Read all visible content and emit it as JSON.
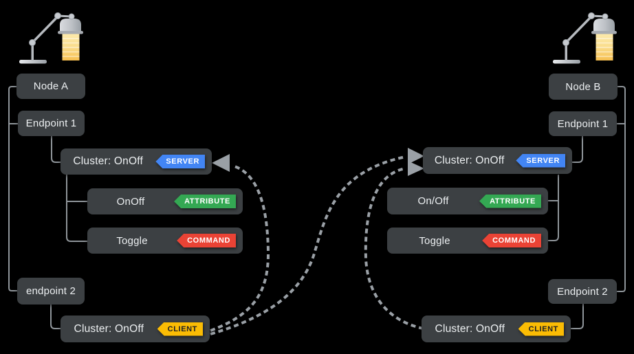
{
  "diagram": {
    "title": "Matter client and server cluster interaction between two nodes",
    "background": "#000000",
    "colors": {
      "box": "#3C4043",
      "box_text": "#ECEFF1",
      "connector": "#8F959A",
      "dashed_arrow": "#9AA0A6",
      "server_badge": "#4285F4",
      "attribute_badge": "#34A853",
      "command_badge": "#EA4335",
      "client_badge": "#FBBC04",
      "client_badge_text": "#202124"
    },
    "node_a": {
      "title": "Node A",
      "icon": "desk-lamp-icon",
      "endpoint1": {
        "label": "Endpoint 1",
        "cluster": {
          "label": "Cluster: OnOff",
          "badge": "SERVER"
        },
        "attribute": {
          "label": "OnOff",
          "badge": "ATTRIBUTE"
        },
        "command": {
          "label": "Toggle",
          "badge": "COMMAND"
        }
      },
      "endpoint2": {
        "label": "endpoint 2",
        "cluster": {
          "label": "Cluster: OnOff",
          "badge": "CLIENT"
        }
      }
    },
    "node_b": {
      "title": "Node B",
      "icon": "desk-lamp-icon",
      "endpoint1": {
        "label": "Endpoint 1",
        "cluster": {
          "label": "Cluster: OnOff",
          "badge": "SERVER"
        },
        "attribute": {
          "label": "On/Off",
          "badge": "ATTRIBUTE"
        },
        "command": {
          "label": "Toggle",
          "badge": "COMMAND"
        }
      },
      "endpoint2": {
        "label": "Endpoint 2",
        "cluster": {
          "label": "Cluster: OnOff",
          "badge": "CLIENT"
        }
      }
    },
    "connections": [
      {
        "from": "node-a-endpoint2-client-cluster",
        "to": "node-a-endpoint1-server-cluster",
        "style": "dashed-curved-arrow"
      },
      {
        "from": "node-a-endpoint2-client-cluster",
        "to": "node-b-endpoint1-server-cluster",
        "style": "dashed-curved-arrow"
      },
      {
        "from": "node-b-endpoint2-client-cluster",
        "to": "node-b-endpoint1-server-cluster",
        "style": "dashed-curved-arrow"
      }
    ]
  }
}
